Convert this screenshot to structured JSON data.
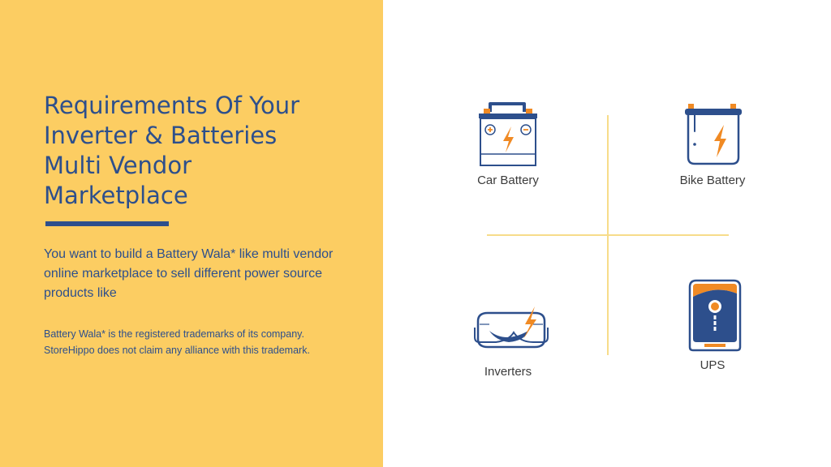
{
  "slide": {
    "title_lines": [
      "Requirements Of Your",
      "Inverter & Batteries",
      "Multi Vendor",
      "Marketplace"
    ],
    "intro_lines": [
      "You want to build a Battery Wala* like multi vendor",
      "online marketplace to sell different power source",
      "products like"
    ],
    "disclaimer_lines": [
      "Battery Wala* is the registered trademarks of its company.",
      "StoreHippo does not claim any alliance with this trademark."
    ]
  },
  "products": [
    {
      "label": "Car Battery",
      "icon": "car-battery-icon"
    },
    {
      "label": "Bike Battery",
      "icon": "bike-battery-icon"
    },
    {
      "label": "Inverters",
      "icon": "inverter-icon"
    },
    {
      "label": "UPS",
      "icon": "ups-icon"
    }
  ],
  "colors": {
    "panel": "#fccd62",
    "navy": "#2d4f8c",
    "orange": "#f08a24",
    "divider": "#f7dc8a"
  }
}
